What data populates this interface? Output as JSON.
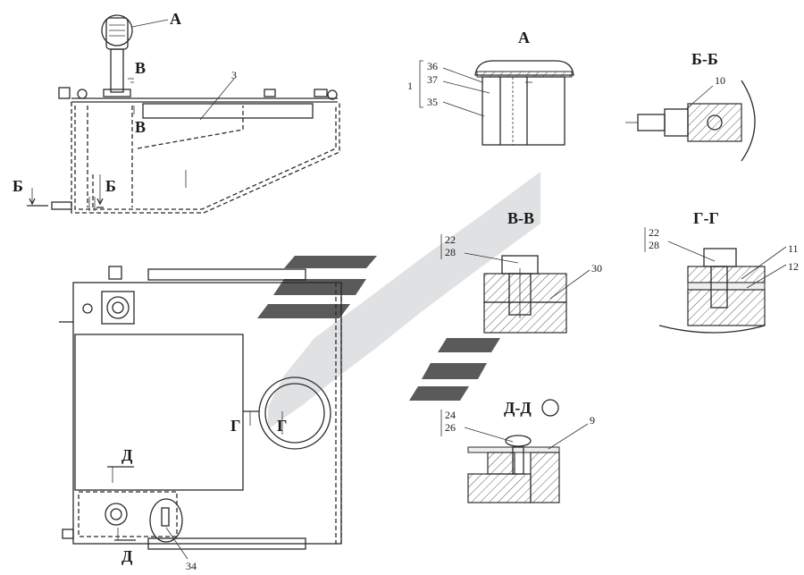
{
  "views": {
    "A": "А",
    "bb": "Б-Б",
    "vv": "В-В",
    "gg": "Г-Г",
    "dd": "Д-Д"
  },
  "markers": {
    "A": "А",
    "B_cyr": "Б",
    "V": "В",
    "G": "Г",
    "D": "Д"
  },
  "callouts": {
    "n1": "1",
    "n3": "3",
    "n9": "9",
    "n10": "10",
    "n11": "11",
    "n12": "12",
    "n22": "22",
    "n24": "24",
    "n26": "26",
    "n28": "28",
    "n30": "30",
    "n34": "34",
    "n35": "35",
    "n36": "36",
    "n37": "37"
  },
  "colors": {
    "line": "#2b2b2b",
    "watermark_light": "#dfe1e3",
    "watermark_dark": "#5a5a5a"
  }
}
